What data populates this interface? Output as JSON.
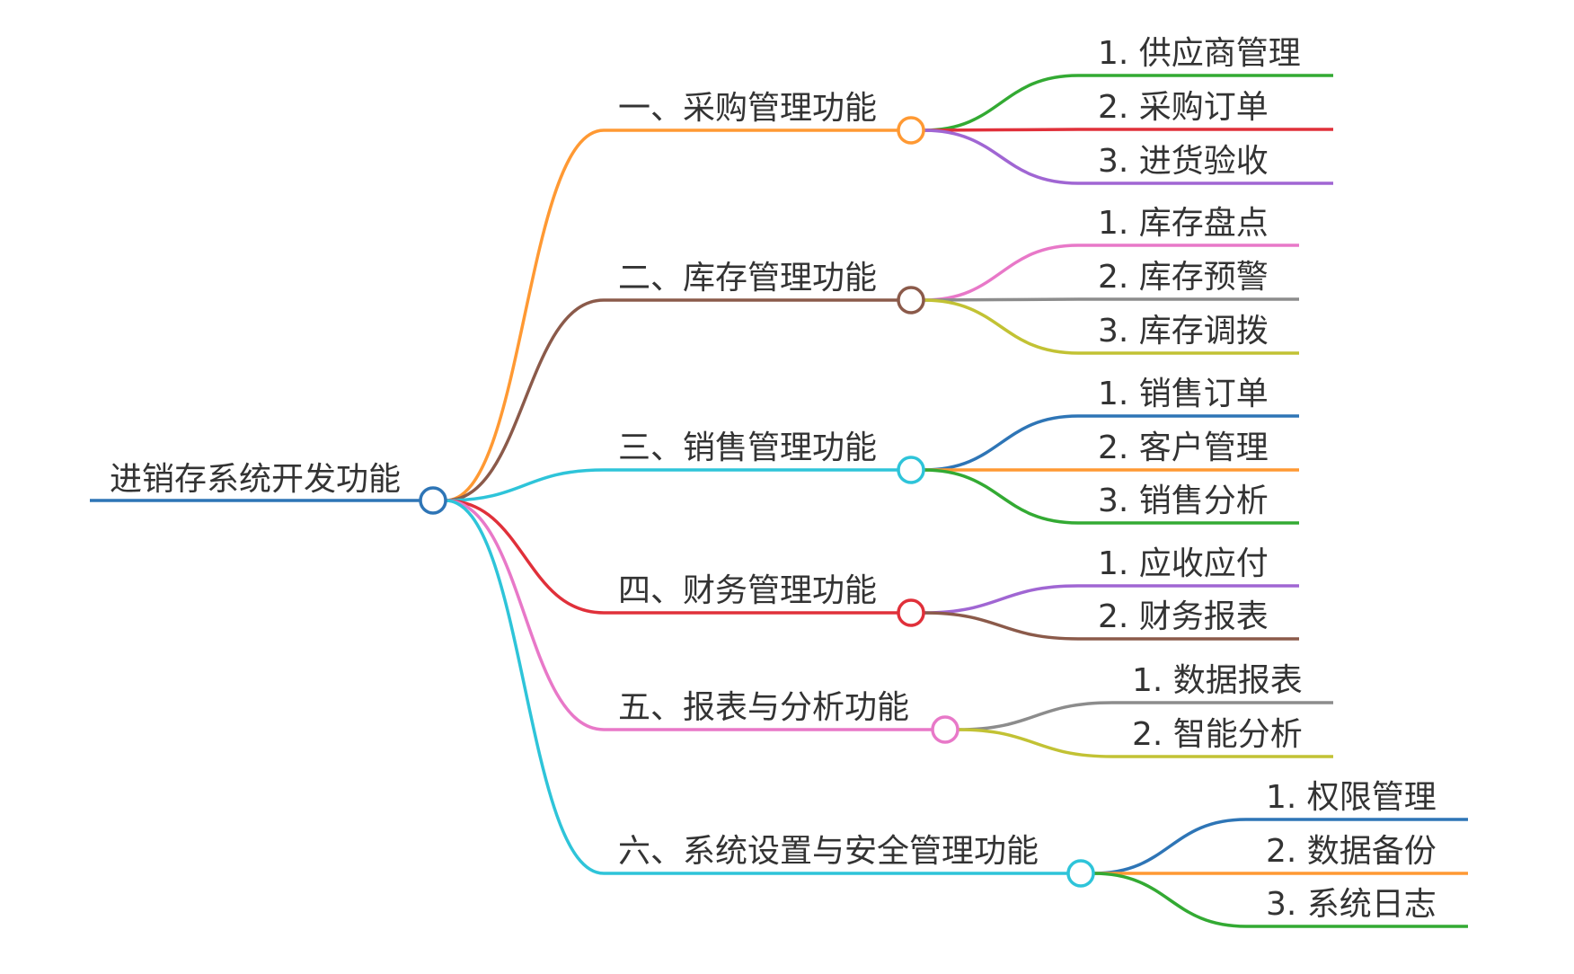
{
  "root": {
    "label": "进销存系统开发功能",
    "color": "#2e75b6"
  },
  "branches": [
    {
      "label": "一、采购管理功能",
      "color": "#ff9933",
      "children": [
        {
          "label": "1. 供应商管理",
          "color": "#33aa33"
        },
        {
          "label": "2. 采购订单",
          "color": "#e0303a"
        },
        {
          "label": "3. 进货验收",
          "color": "#a066d3"
        }
      ]
    },
    {
      "label": "二、库存管理功能",
      "color": "#8b5a4a",
      "children": [
        {
          "label": "1. 库存盘点",
          "color": "#e878c8"
        },
        {
          "label": "2. 库存预警",
          "color": "#8c8c8c"
        },
        {
          "label": "3. 库存调拨",
          "color": "#c2c234"
        }
      ]
    },
    {
      "label": "三、销售管理功能",
      "color": "#2ec4d9",
      "children": [
        {
          "label": "1. 销售订单",
          "color": "#2e75b6"
        },
        {
          "label": "2. 客户管理",
          "color": "#ff9933"
        },
        {
          "label": "3. 销售分析",
          "color": "#33aa33"
        }
      ]
    },
    {
      "label": "四、财务管理功能",
      "color": "#e0303a",
      "children": [
        {
          "label": "1. 应收应付",
          "color": "#a066d3"
        },
        {
          "label": "2. 财务报表",
          "color": "#8b5a4a"
        }
      ]
    },
    {
      "label": "五、报表与分析功能",
      "color": "#e878c8",
      "children": [
        {
          "label": "1. 数据报表",
          "color": "#8c8c8c"
        },
        {
          "label": "2. 智能分析",
          "color": "#c2c234"
        }
      ]
    },
    {
      "label": "六、系统设置与安全管理功能",
      "color": "#2ec4d9",
      "children": [
        {
          "label": "1. 权限管理",
          "color": "#2e75b6"
        },
        {
          "label": "2. 数据备份",
          "color": "#ff9933"
        },
        {
          "label": "3. 系统日志",
          "color": "#33aa33"
        }
      ]
    }
  ]
}
